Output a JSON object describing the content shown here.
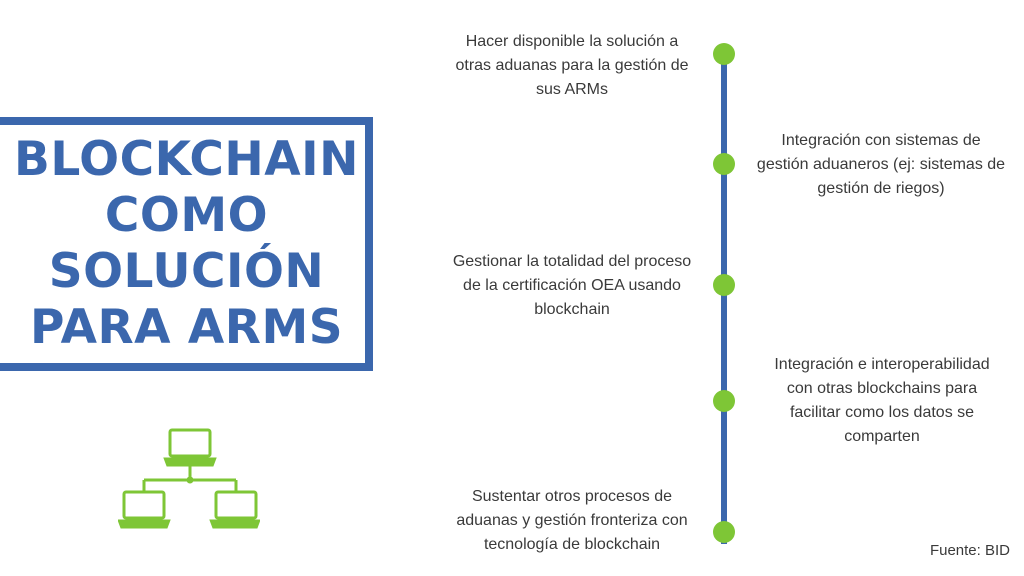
{
  "title": {
    "lines": [
      "BLOCKCHAIN",
      "COMO",
      "SOLUCIÓN",
      "PARA ARMS"
    ]
  },
  "timeline": {
    "items": [
      {
        "text": "Hacer disponible la solución a otras aduanas para la gestión de sus ARMs"
      },
      {
        "text": "Integración con sistemas de gestión  aduaneros (ej: sistemas de gestión de riegos)"
      },
      {
        "text": "Gestionar la totalidad del proceso de la certificación OEA usando blockchain"
      },
      {
        "text": "Integración e interoperabilidad con otras blockchains para facilitar como los datos se comparten"
      },
      {
        "text": "Sustentar otros procesos de aduanas y gestión fronteriza con tecnología de blockchain"
      }
    ]
  },
  "source": "Fuente: BID",
  "colors": {
    "accent_blue": "#3b67ad",
    "accent_green": "#7ec636",
    "text": "#3a3a3a"
  },
  "icons": {
    "network": "computer-network-icon"
  }
}
